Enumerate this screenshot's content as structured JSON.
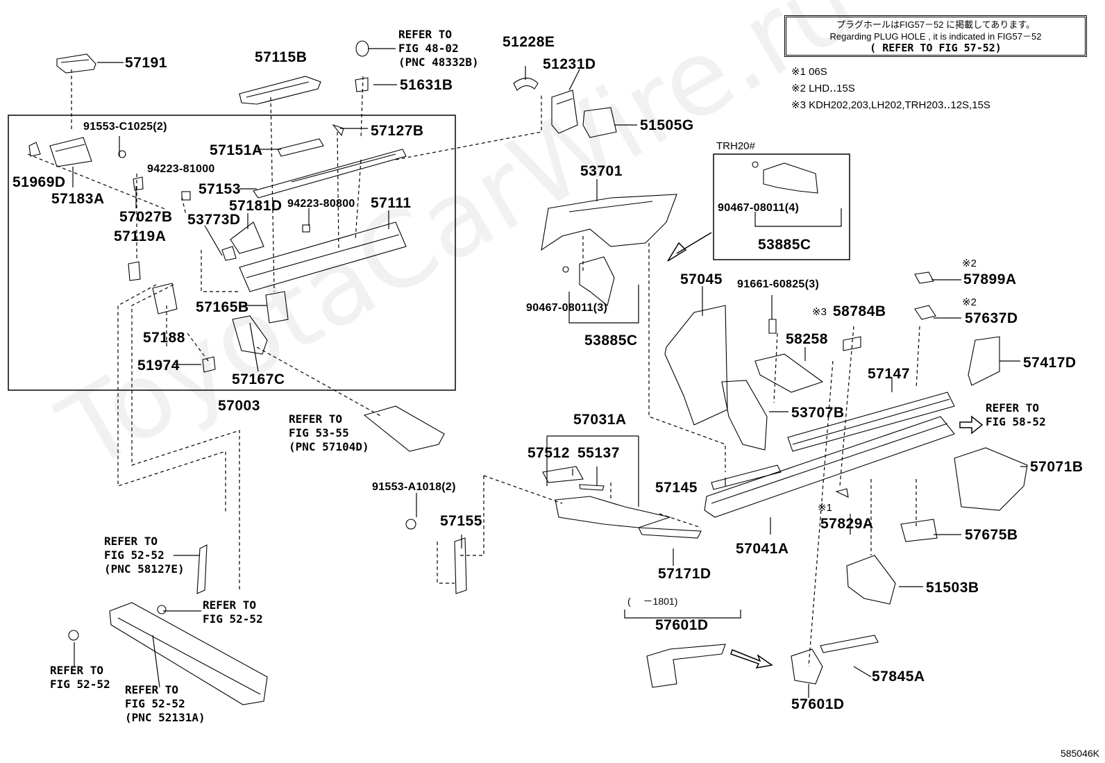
{
  "notice": {
    "line1": "プラグホールはFIG57－52 に掲載してあります。",
    "line2": "Regarding PLUG HOLE , it is indicated in FIG57－52",
    "line3": "( REFER TO FIG 57-52)"
  },
  "notes": [
    "※1 06S",
    "※2 LHD‥15S",
    "※3 KDH202,203,LH202,TRH203‥12S,15S"
  ],
  "subgroup_title": "TRH20#",
  "date_range": "(　 －1801)",
  "watermark": "ToyotaCarWire.ru",
  "diagram_code": "585046K",
  "mark1": "※1",
  "mark2": "※2",
  "mark3": "※3",
  "parts": {
    "p57191": "57191",
    "p57115B": "57115B",
    "p51631B": "51631B",
    "p51228E": "51228E",
    "p51231D": "51231D",
    "p51505G": "51505G",
    "p57127B": "57127B",
    "p57151A": "57151A",
    "p57153": "57153",
    "p57181D": "57181D",
    "p57111": "57111",
    "p53773D": "53773D",
    "p51969D": "51969D",
    "p57183A": "57183A",
    "p57027B": "57027B",
    "p57119A": "57119A",
    "p57165B": "57165B",
    "p57188": "57188",
    "p51974": "51974",
    "p57167C": "57167C",
    "p57003": "57003",
    "p53701": "53701",
    "p53885C_a": "53885C",
    "p53885C_b": "53885C",
    "p57045": "57045",
    "p58784B": "58784B",
    "p58258": "58258",
    "p57899A": "57899A",
    "p57637D": "57637D",
    "p57417D": "57417D",
    "p57147": "57147",
    "p53707B": "53707B",
    "p57031A": "57031A",
    "p57512": "57512",
    "p55137": "55137",
    "p57145": "57145",
    "p57071B": "57071B",
    "p57155": "57155",
    "p57829A": "57829A",
    "p57041A": "57041A",
    "p57675B": "57675B",
    "p57171D": "57171D",
    "p51503B": "51503B",
    "p57601D_a": "57601D",
    "p57601D_b": "57601D",
    "p57845A": "57845A"
  },
  "qty_parts": {
    "b91553C1025": "91553-C1025(2)",
    "b94223_81000": "94223-81000",
    "b94223_80800": "94223-80800",
    "b90467_a": "90467-08011(3)",
    "b90467_b": "90467-08011(4)",
    "b91661": "91661-60825(3)",
    "b91553A1018": "91553-A1018(2)"
  },
  "refs": {
    "r48_02": "REFER TO\nFIG 48-02\n(PNC 48332B)",
    "r53_55": "REFER TO\nFIG 53-55\n(PNC 57104D)",
    "r58_52": "REFER TO\nFIG 58-52",
    "r52_52_a": "REFER TO\nFIG 52-52\n(PNC 58127E)",
    "r52_52_b": "REFER TO\nFIG 52-52",
    "r52_52_c": "REFER TO\nFIG 52-52",
    "r52_52_d": "REFER TO\nFIG 52-52\n(PNC 52131A)"
  }
}
